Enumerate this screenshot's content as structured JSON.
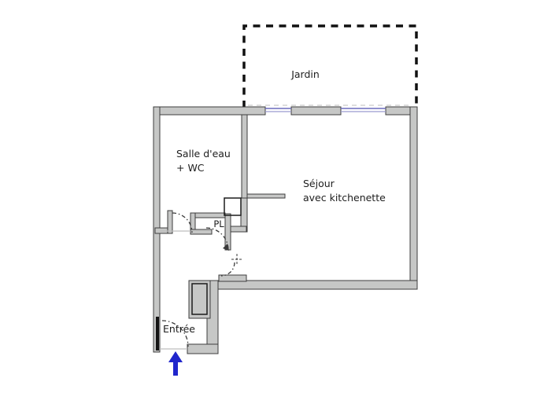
{
  "plan": {
    "labels": {
      "jardin": "Jardin",
      "salle_eau_line1": "Salle d'eau",
      "salle_eau_line2": "+ WC",
      "sejour_line1": "Séjour",
      "sejour_line2": "avec kitchenette",
      "pl": "PL",
      "entree": "Entrée"
    },
    "entrance_arrow_direction": "up"
  },
  "colors": {
    "page_bg": "#ffffff",
    "wall_fill": "#c6c7c6",
    "wall_stroke": "#3d3d3d",
    "window_blue": "#6b6bbd",
    "window_blue_light": "#9b9bd0",
    "jardin_dash": "#111111",
    "door_arc": "#3a3a3a",
    "label": "#1d1d1d",
    "arrow_blue": "#2026cc",
    "hatch_frame": "#1c1c1c",
    "hatch_line": "#4a4a4a",
    "threshold": "#bdbdbd",
    "faint_dash": "#c9c9c9"
  }
}
